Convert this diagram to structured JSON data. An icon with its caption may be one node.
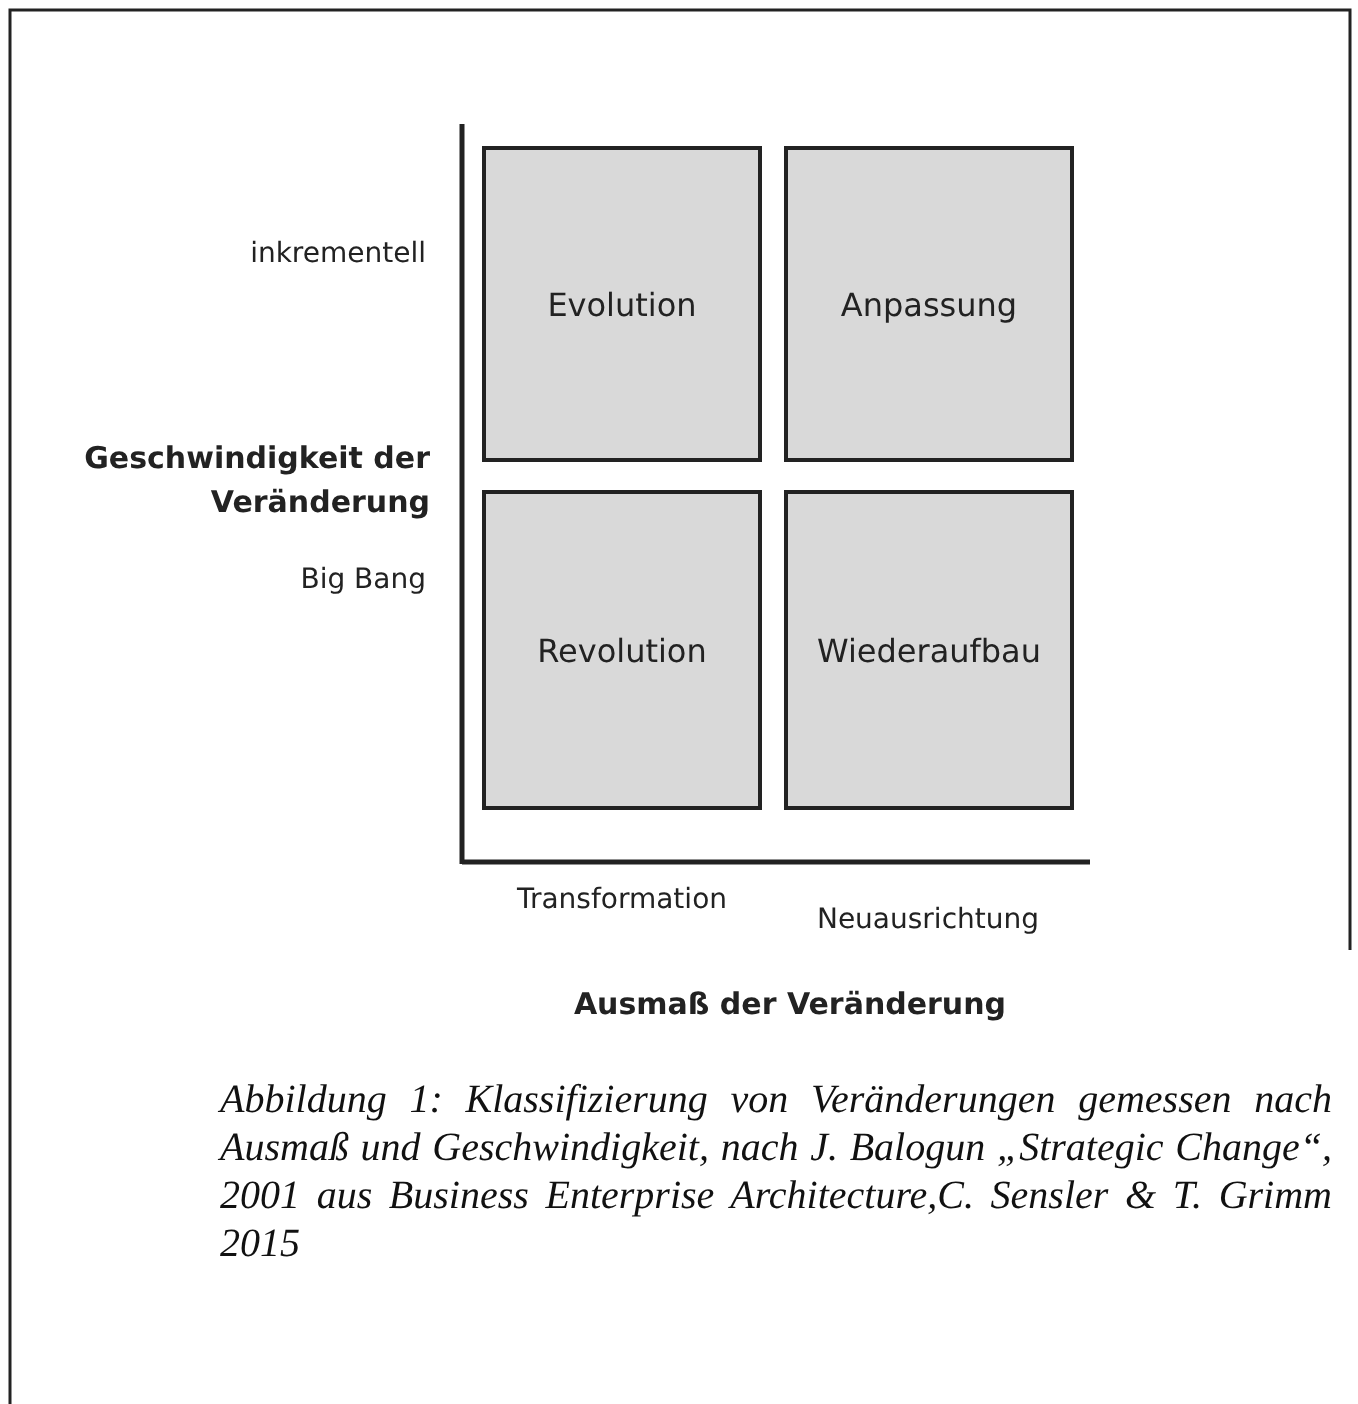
{
  "diagram": {
    "caption": "Abbildung 1: Klassifizierung von Veränderungen gemessen nach Ausmaß und Geschwindigkeit, nach J. Balogun „Strategic Change“, 2001 aus Business Enterprise Architecture,C. Sensler & T. Grimm 2015",
    "nodes": [
      {
        "text": [
          "Evolution"
        ]
      },
      {
        "text": [
          "Anpassung"
        ]
      },
      {
        "text": [
          "Revolution"
        ]
      },
      {
        "text": [
          "Wiederaufbau"
        ]
      }
    ],
    "labels": [
      "inkrementell",
      "Geschwindigkeit der Veränderung",
      "Big Bang",
      "Transformation",
      "Neuausrichtung",
      "Ausmaß der Veränderung"
    ]
  }
}
